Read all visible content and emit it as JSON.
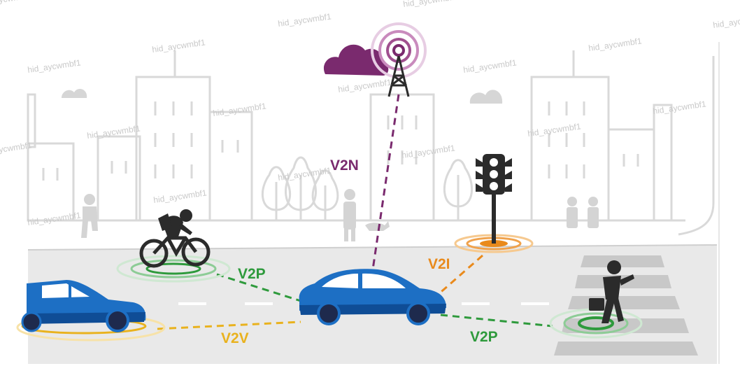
{
  "labels": {
    "v2n": "V2N",
    "v2i": "V2I",
    "v2p_cyclist": "V2P",
    "v2p_pedestrian": "V2P",
    "v2v": "V2V"
  },
  "watermark": "hid_aycwmbf1",
  "colors": {
    "v2n": "#7a2a6e",
    "v2i": "#e98a1c",
    "v2p": "#2e9a3c",
    "v2v": "#e9b21e",
    "car": "#1d6fc4",
    "car_dark": "#0f4d96",
    "wheel": "#1e2a4d",
    "road": "#e9e9e9",
    "city_outline": "#dcdcdc",
    "silhouette": "#2b2b2b"
  },
  "icons": [
    "cloud-icon",
    "cell-tower-icon",
    "traffic-light-icon",
    "cyclist-icon",
    "pedestrian-icon",
    "car-icon"
  ]
}
